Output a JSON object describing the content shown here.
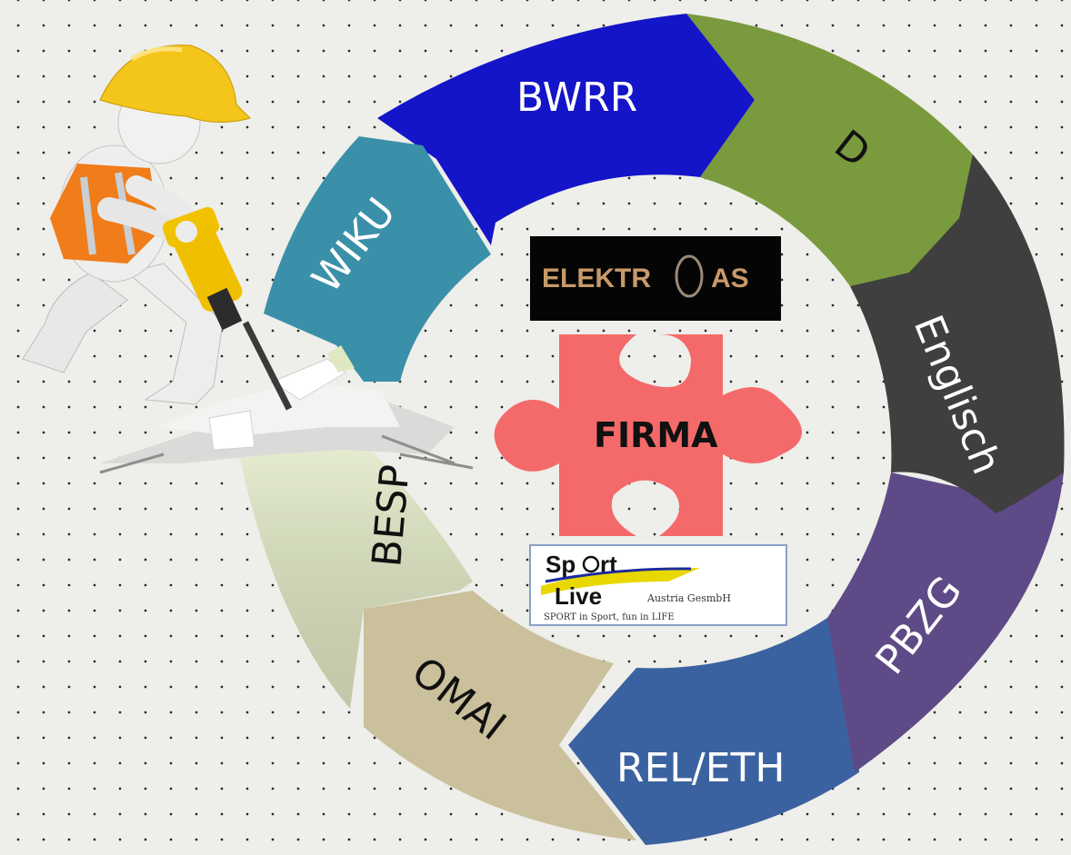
{
  "diagram": {
    "segments": [
      {
        "id": "bwrr",
        "label": "BWRR",
        "color": "#1414c8"
      },
      {
        "id": "d",
        "label": "D",
        "color": "#7a9a3e"
      },
      {
        "id": "englisch",
        "label": "Englisch",
        "color": "#3f3f3f"
      },
      {
        "id": "pbzg",
        "label": "PBZG",
        "color": "#5e4a86"
      },
      {
        "id": "releth",
        "label": "REL/ETH",
        "color": "#3b62a0"
      },
      {
        "id": "omai",
        "label": "OMAI",
        "color": "#cbc09c"
      },
      {
        "id": "besp",
        "label": "BESP",
        "color": "#e3ecc6"
      },
      {
        "id": "wiku",
        "label": "WIKU",
        "color": "#3a90a8"
      }
    ],
    "center": {
      "elektro_logo": {
        "left": "ELEKTR",
        "right": "AS"
      },
      "puzzle_label": "FIRMA",
      "sport_logo": {
        "line1": "Sp",
        "line1b": "rt",
        "line2": "Live",
        "line2_small": "Austria GesmbH",
        "line3": "SPORT in Sport, fun in LIFE"
      }
    },
    "illustration": "construction-worker-with-jackhammer"
  }
}
